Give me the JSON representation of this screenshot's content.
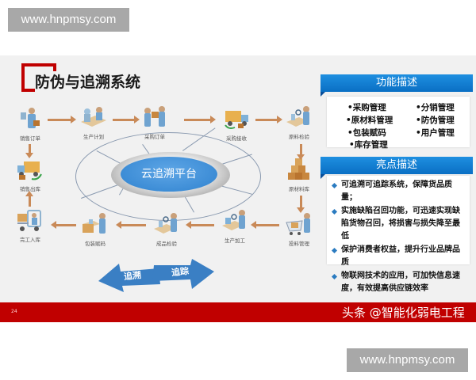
{
  "watermark": {
    "top": "www.hnpmsy.com",
    "bottom": "www.hnpmsy.com"
  },
  "slide": {
    "title": "防伪与追溯系统",
    "center_label": "云追溯平台",
    "flow_nodes": [
      {
        "id": "sales-order",
        "label": "销售订单",
        "icon": "person-documents-icon"
      },
      {
        "id": "production-plan",
        "label": "生产计划",
        "icon": "meeting-table-icon"
      },
      {
        "id": "purchase-order",
        "label": "采购订单",
        "icon": "handover-box-icon"
      },
      {
        "id": "purchase-receipt",
        "label": "采购接收",
        "icon": "delivery-truck-icon"
      },
      {
        "id": "raw-inspection",
        "label": "原料检验",
        "icon": "inspection-bench-icon"
      },
      {
        "id": "raw-warehouse",
        "label": "原材料库",
        "icon": "box-stack-icon"
      },
      {
        "id": "feeding-management",
        "label": "投料管理",
        "icon": "cart-person-icon"
      },
      {
        "id": "production-processing",
        "label": "生产加工",
        "icon": "workbench-icon"
      },
      {
        "id": "product-inspection",
        "label": "成品检验",
        "icon": "inspection-bench-icon"
      },
      {
        "id": "packaging-coding",
        "label": "包装赋码",
        "icon": "packing-box-icon"
      },
      {
        "id": "finished-storage",
        "label": "完工入库",
        "icon": "forklift-icon"
      },
      {
        "id": "sales-outbound",
        "label": "销售出库",
        "icon": "delivery-truck-icon"
      }
    ],
    "trace_arrows": {
      "back": "追溯",
      "forward": "追踪"
    },
    "function_panel": {
      "title": "功能描述",
      "items": [
        "•采购管理",
        "•分销管理",
        "•原材料管理",
        "•防伪管理",
        "•包装赋码",
        "•用户管理",
        "•库存管理"
      ]
    },
    "highlight_panel": {
      "title": "亮点描述",
      "items": [
        "可追溯可追踪系统，保障货品质量；",
        "实施缺陷召回功能，可迅速实现缺陷货物召回，将损害与损失降至最低",
        "保护消费者权益，提升行业品牌品质",
        "物联网技术的应用，可加快信息速度，有效提高供应链效率"
      ]
    },
    "footer": {
      "page_number": "24",
      "credit": "头条 @智能化弱电工程"
    }
  },
  "colors": {
    "accent_red": "#c00000",
    "panel_blue": "#0a6fc4",
    "cloud_blue": "#3a8ad6",
    "flow_arrow": "#c98a58"
  }
}
